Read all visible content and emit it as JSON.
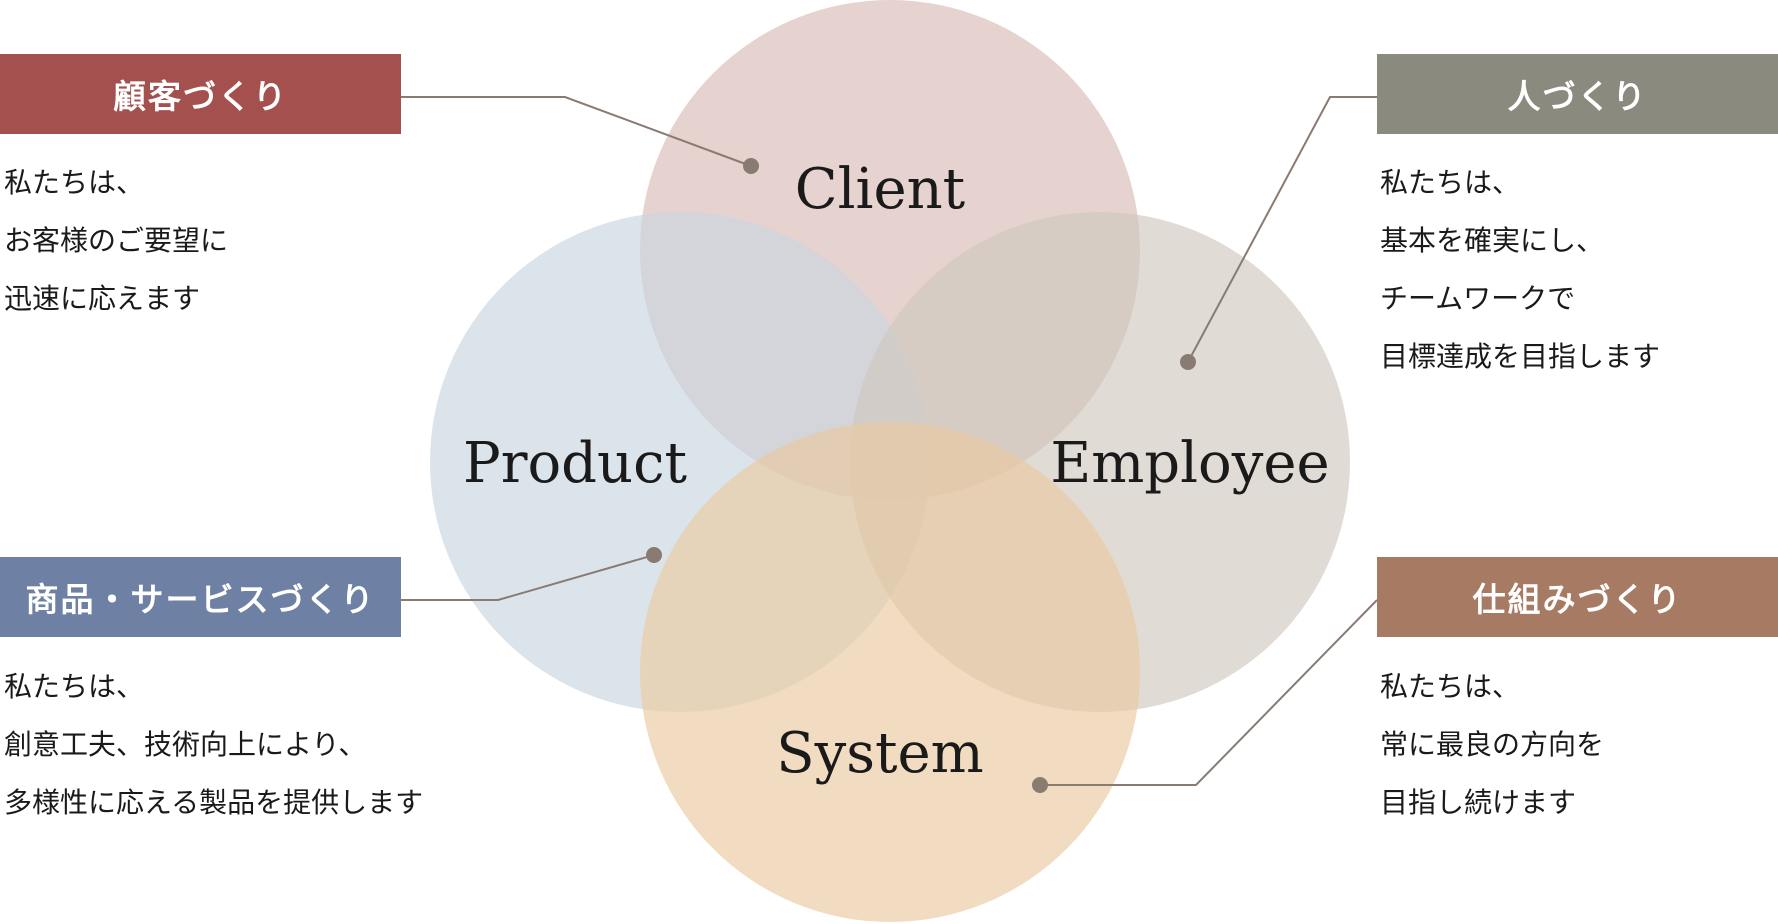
{
  "circles": {
    "client": {
      "label": "Client",
      "color": "#d9bcb5"
    },
    "product": {
      "label": "Product",
      "color": "#c9d5e0"
    },
    "employee": {
      "label": "Employee",
      "color": "#cfc8bf"
    },
    "system": {
      "label": "System",
      "color": "#eac9a0"
    }
  },
  "callouts": {
    "client": {
      "title": "顧客づくり",
      "color": "#a4504f",
      "lines": [
        "私たちは、",
        "お客様のご要望に",
        "迅速に応えます"
      ]
    },
    "employee": {
      "title": "人づくり",
      "color": "#8a8a7f",
      "lines": [
        "私たちは、",
        "基本を確実にし、",
        "チームワークで",
        "目標達成を目指します"
      ]
    },
    "product": {
      "title": "商品・サービスづくり",
      "color": "#6e80a3",
      "lines": [
        "私たちは、",
        "創意工夫、技術向上により、",
        "多様性に応える製品を提供します"
      ]
    },
    "system": {
      "title": "仕組みづくり",
      "color": "#a77a63",
      "lines": [
        "私たちは、",
        "常に最良の方向を",
        "目指し続けます"
      ]
    }
  },
  "connector_color": "#8a7b72"
}
